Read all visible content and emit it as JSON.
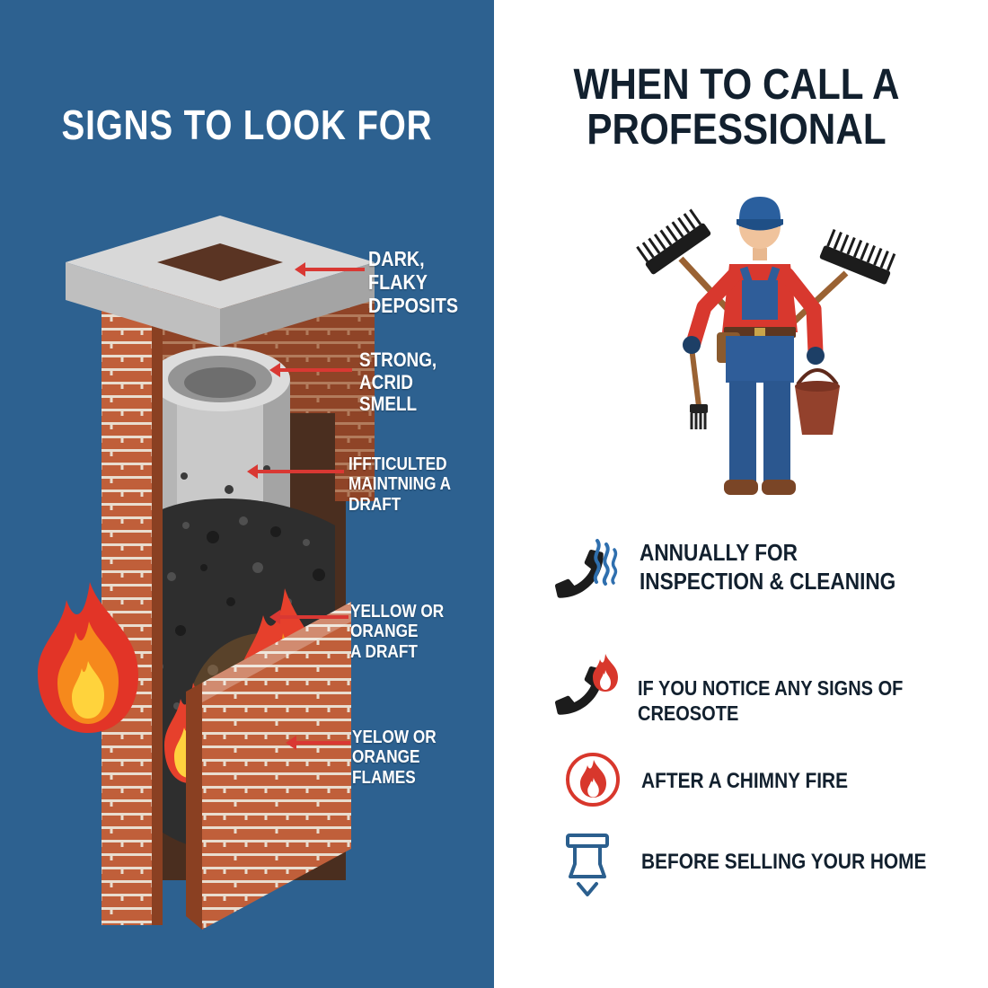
{
  "left_panel": {
    "title": "SIGNS TO LOOK FOR",
    "labels": [
      {
        "line1": "DARK, FLAKY",
        "line2": "DEPOSITS"
      },
      {
        "line1": "STRONG,",
        "line2": "ACRID SMELL"
      },
      {
        "line1": "IFFTICULTED",
        "line2": "MAINTNING A DRAFT"
      },
      {
        "line1": "YELLOW OR ORANGE",
        "line2": "A DRAFT"
      },
      {
        "line1": "YELOW OR",
        "line2": "ORANGE FLAMES"
      }
    ]
  },
  "right_panel": {
    "title_line1": "WHEN TO CALL A",
    "title_line2": "PROFESSIONAL",
    "items": [
      {
        "icon": "phone-steam-icon",
        "line1": "ANNUALLY FOR",
        "line2": "INSPECTION & CLEANING"
      },
      {
        "icon": "phone-flame-icon",
        "line1": "IF YOU NOTICE ANY SIGNS OF CREOSOTE"
      },
      {
        "icon": "flame-circle-icon",
        "line1": "AFTER A CHIMNY FIRE"
      },
      {
        "icon": "home-chimney-icon",
        "line1": "BEFORE SELLING YOUR HOME"
      }
    ]
  },
  "colors": {
    "left_background": "#2d6190",
    "right_background": "#ffffff",
    "arrow_red": "#d93833",
    "title_navy": "#12202e",
    "label_white": "#ffffff",
    "brick": "#c05f3a",
    "brick_dark": "#8f4427",
    "concrete_gray": "#d8d8d8",
    "creosote_black": "#2e2e2e",
    "flame_red": "#e23427",
    "flame_orange": "#f6891c",
    "flame_yellow": "#ffd33c",
    "phone_black": "#1c1c1c",
    "icon_blue": "#2f6fae",
    "icon_red": "#d8372c",
    "worker_shirt_red": "#d8382e",
    "worker_overalls_blue": "#2f5d99"
  }
}
